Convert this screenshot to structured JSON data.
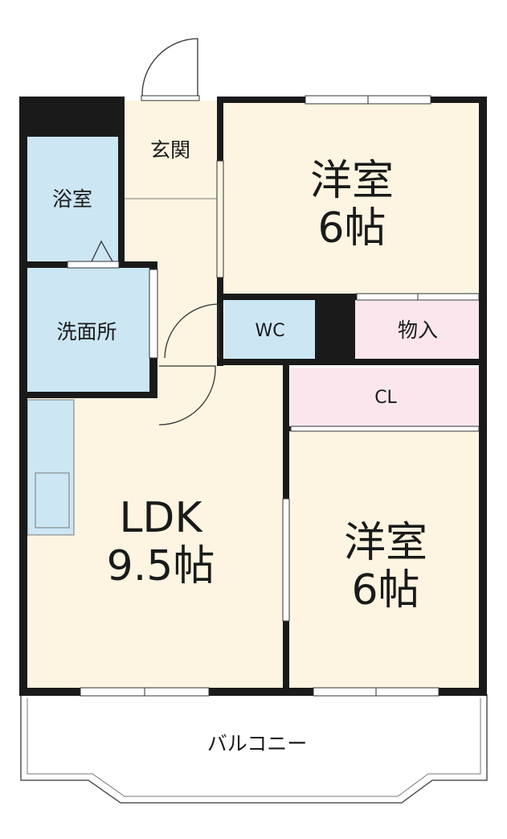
{
  "rooms": {
    "western_top": {
      "name": "洋室",
      "size": "6帖"
    },
    "western_bottom": {
      "name": "洋室",
      "size": "6帖"
    },
    "ldk": {
      "name": "LDK",
      "size": "9.5帖"
    },
    "entrance": {
      "name": "玄関"
    },
    "bath": {
      "name": "浴室"
    },
    "washroom": {
      "name": "洗面所"
    },
    "wc": {
      "name": "WC"
    },
    "storage": {
      "name": "物入"
    },
    "closet": {
      "name": "CL"
    },
    "balcony": {
      "name": "バルコニー"
    }
  },
  "colors": {
    "room_fill": "#fdf5e1",
    "wet_area_fill": "#cce6f4",
    "storage_fill": "#fbe6ee",
    "wall": "#1a1a1a",
    "line": "#333333"
  }
}
